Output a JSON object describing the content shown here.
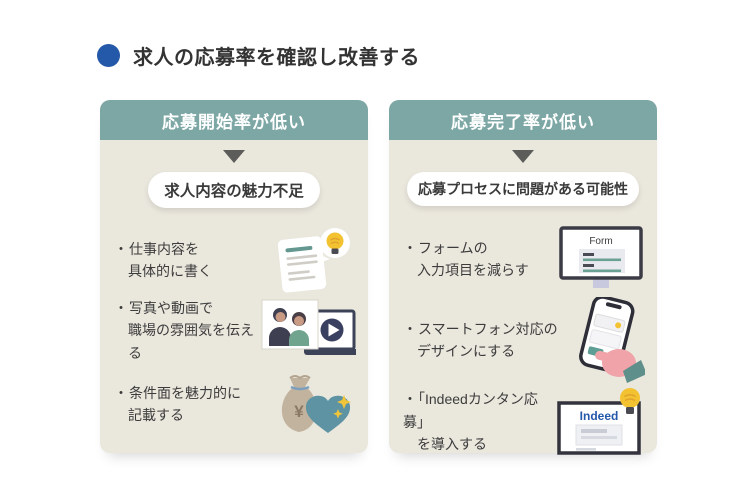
{
  "page": {
    "title": "求人の応募率を確認し改善する",
    "bullet": "・"
  },
  "colors": {
    "accent_blue": "#2458a8",
    "header_teal": "#7ca7a5",
    "card_bg": "#eae7dd",
    "text": "#3a3a3a",
    "arrow_gray": "#5c5c5a",
    "bulb_yellow": "#f3c231",
    "heart_teal": "#5d93a3",
    "indeed_blue": "#2458a8",
    "hand_pink": "#f0a3a8"
  },
  "columns": [
    {
      "header": "応募開始率が低い",
      "cause": "求人内容の魅力不足",
      "items": [
        {
          "icon": "document-idea-icon",
          "lines": [
            "仕事内容を",
            "具体的に書く"
          ]
        },
        {
          "icon": "photo-video-icon",
          "lines": [
            "写真や動画で",
            "職場の雰囲気を伝える"
          ]
        },
        {
          "icon": "money-heart-icon",
          "label": "¥",
          "lines": [
            "条件面を魅力的に",
            "記載する"
          ]
        }
      ]
    },
    {
      "header": "応募完了率が低い",
      "cause": "応募プロセスに問題がある可能性",
      "items": [
        {
          "icon": "form-monitor-icon",
          "label": "Form",
          "lines": [
            "フォームの",
            "入力項目を減らす"
          ]
        },
        {
          "icon": "smartphone-hand-icon",
          "lines": [
            "スマートフォン対応の",
            "デザインにする"
          ]
        },
        {
          "icon": "indeed-window-icon",
          "label": "Indeed",
          "lines": [
            "「Indeedカンタン応募」",
            "を導入する"
          ]
        }
      ]
    }
  ]
}
